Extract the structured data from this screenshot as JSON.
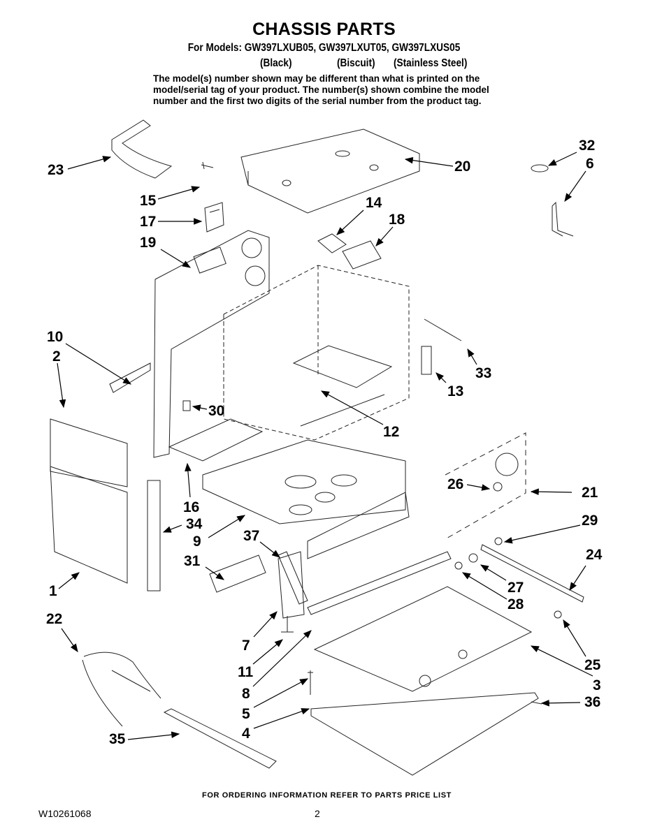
{
  "header": {
    "title": "CHASSIS PARTS",
    "models_line": "For Models: GW397LXUB05, GW397LXUT05, GW397LXUS05",
    "colors": [
      "(Black)",
      "(Biscuit)",
      "(Stainless Steel)"
    ],
    "note_lines": [
      "The model(s) number shown may be different than what is printed on the",
      "model/serial tag of your product. The number(s) shown combine the model",
      "number and the first two digits of the serial number from the product tag."
    ]
  },
  "callouts": [
    "1",
    "2",
    "3",
    "4",
    "5",
    "6",
    "7",
    "8",
    "9",
    "10",
    "11",
    "12",
    "13",
    "14",
    "15",
    "16",
    "17",
    "18",
    "19",
    "20",
    "21",
    "22",
    "23",
    "24",
    "25",
    "26",
    "27",
    "28",
    "29",
    "30",
    "31",
    "32",
    "33",
    "34",
    "35",
    "36",
    "37"
  ],
  "footer": {
    "ordering_note": "FOR ORDERING INFORMATION REFER TO PARTS PRICE LIST",
    "document_number": "W10261068",
    "page_number": "2"
  }
}
